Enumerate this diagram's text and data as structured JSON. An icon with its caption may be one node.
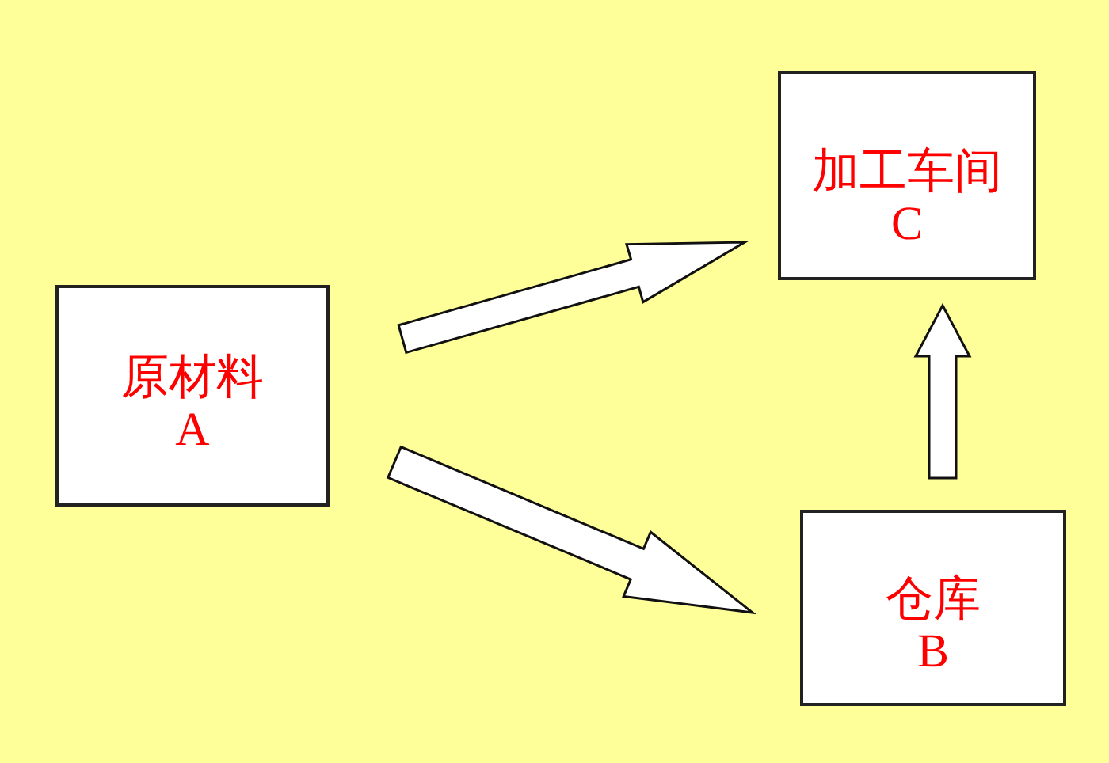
{
  "diagram": {
    "nodes": [
      {
        "text": [
          "原材料",
          "A"
        ]
      },
      {
        "text": [
          "仓库",
          "B"
        ]
      },
      {
        "text": [
          "加工车间",
          "C"
        ]
      }
    ],
    "edges": [
      {
        "from": 0,
        "to": 2,
        "arrow": "to"
      },
      {
        "from": 0,
        "to": 1,
        "arrow": "to"
      },
      {
        "from": 1,
        "to": 2,
        "arrow": "to"
      }
    ]
  }
}
